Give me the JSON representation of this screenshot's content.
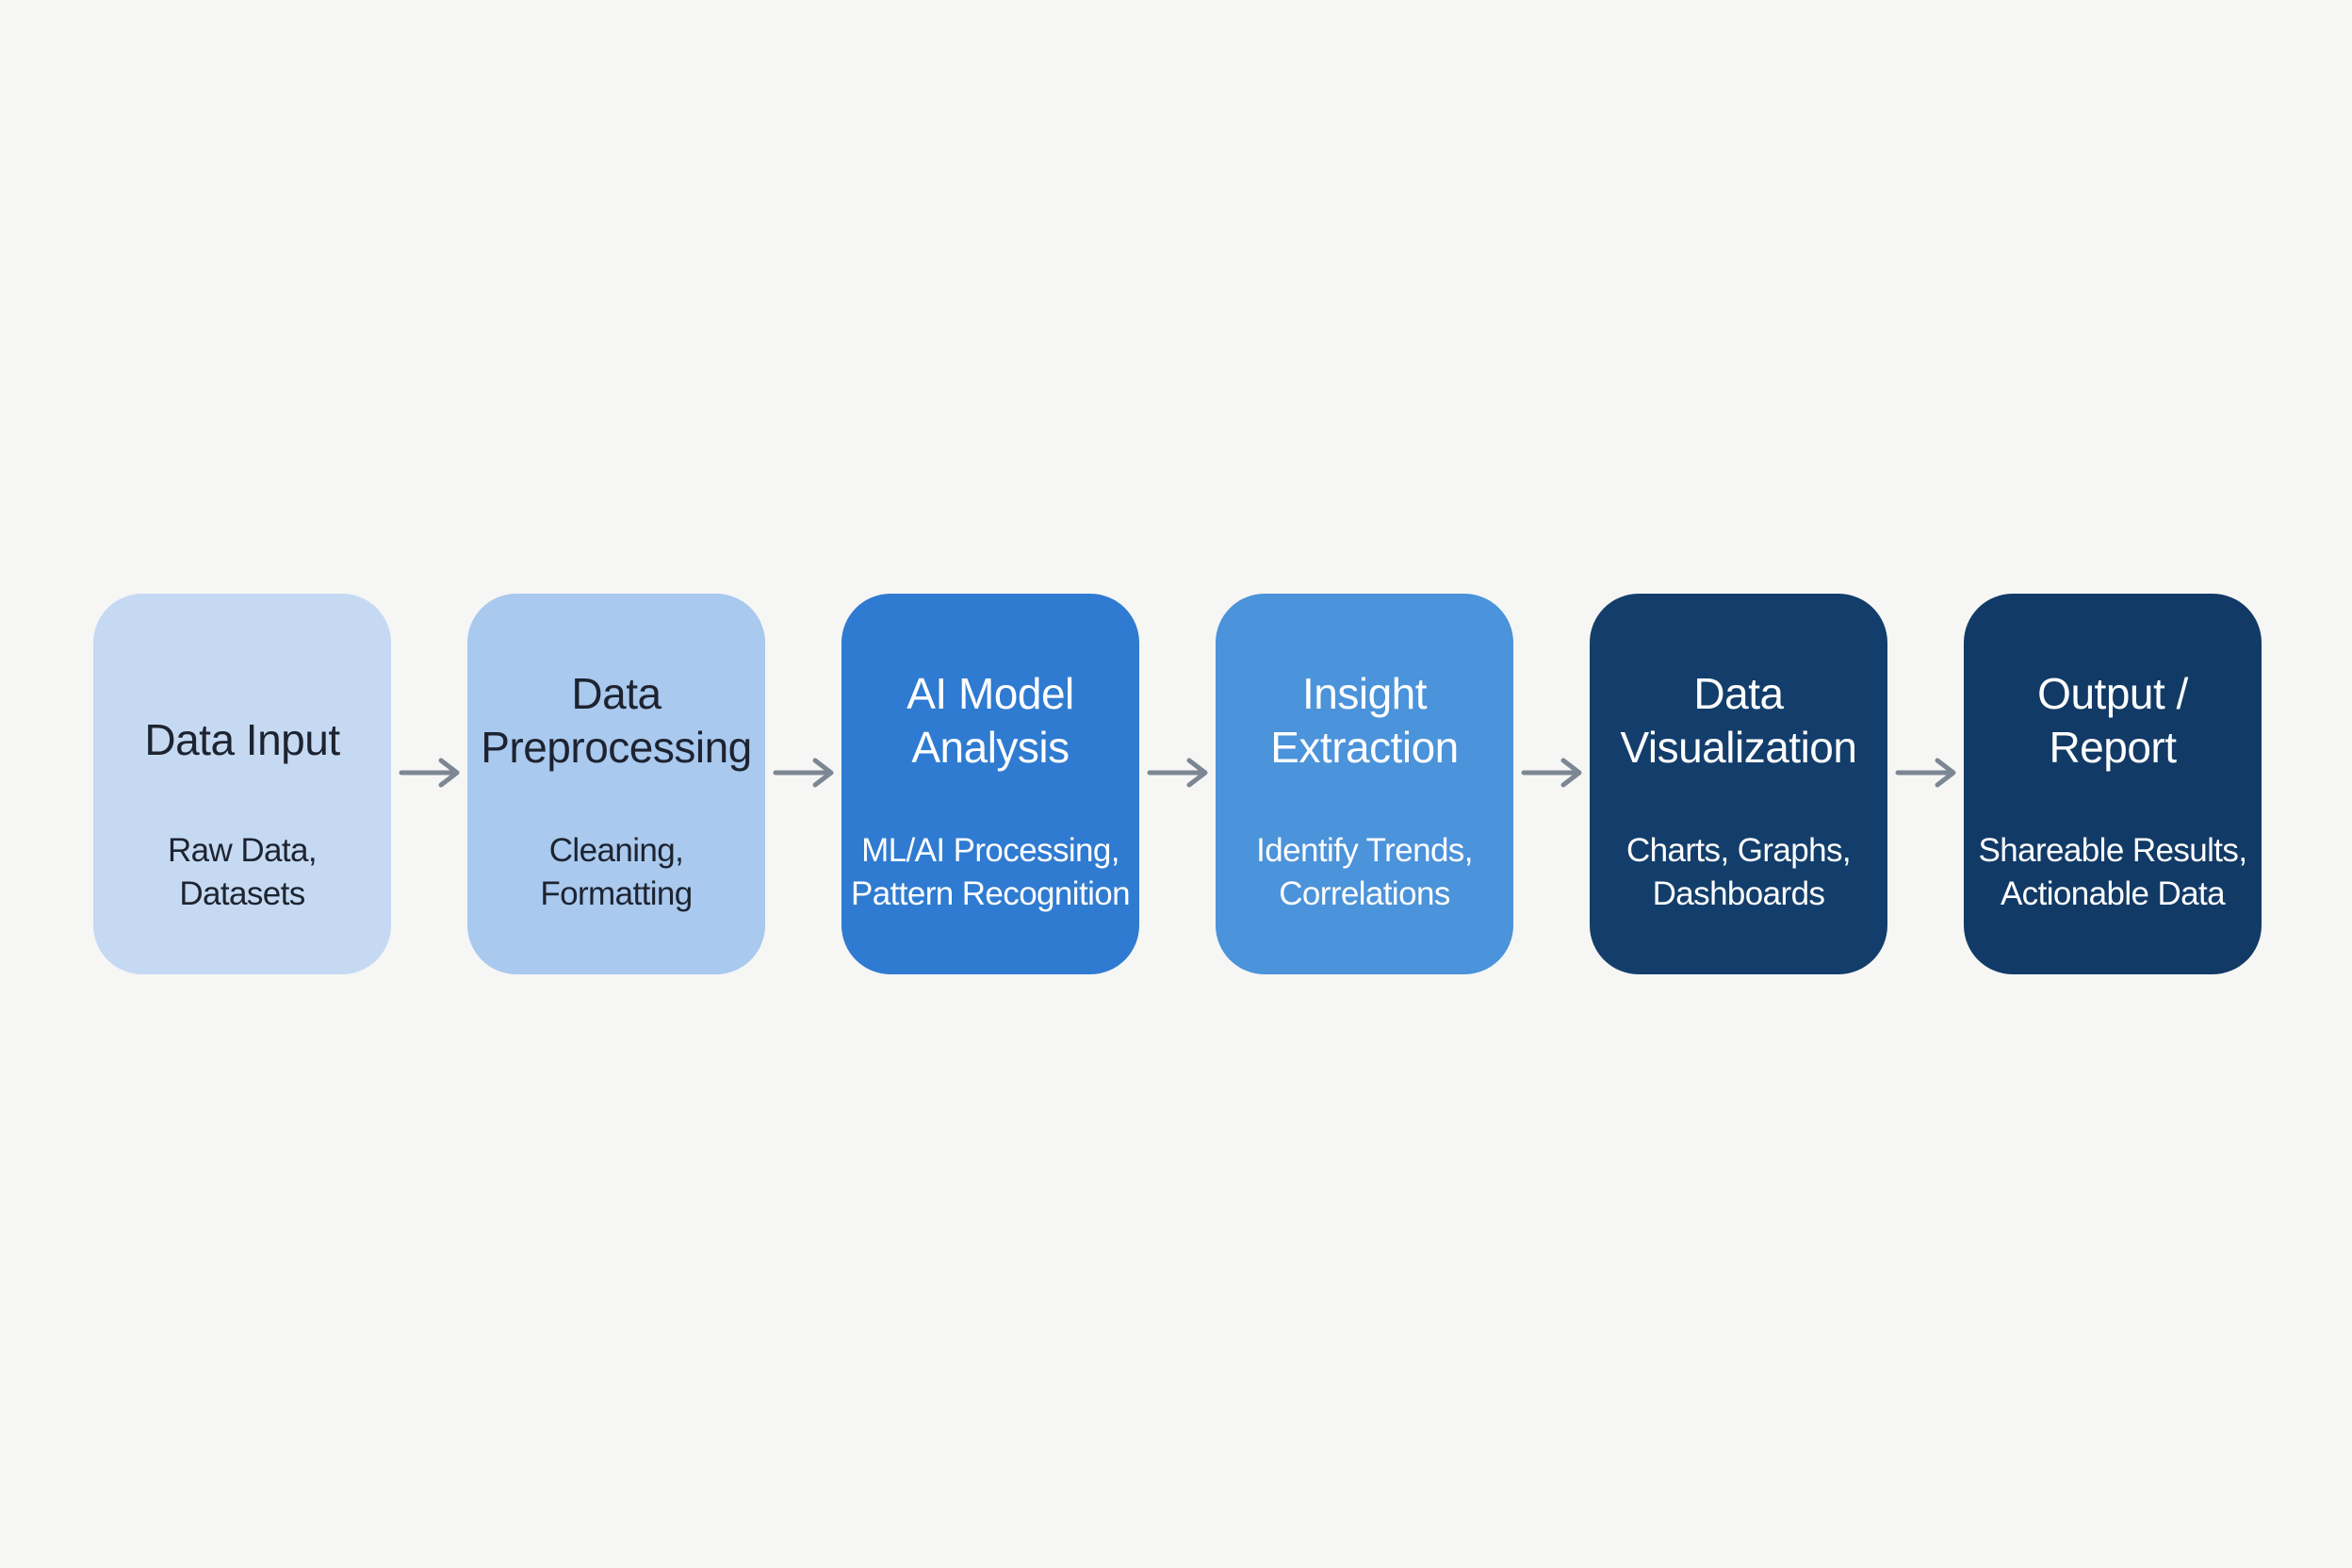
{
  "steps": [
    {
      "title_lines": [
        "Data Input"
      ],
      "desc_lines": [
        "Raw Data,",
        "Datasets"
      ],
      "fill": "#c5daf2",
      "text_color": "#1d2330"
    },
    {
      "title_lines": [
        "Data",
        "Preprocessing"
      ],
      "desc_lines": [
        "Cleaning,",
        "Formatting"
      ],
      "fill": "#a9c9ee",
      "text_color": "#1d2330"
    },
    {
      "title_lines": [
        "AI Model",
        "Analysis"
      ],
      "desc_lines": [
        "ML/AI Processing,",
        "Pattern Recognition"
      ],
      "fill": "#2f7bd1",
      "text_color": "#ffffff"
    },
    {
      "title_lines": [
        "Insight",
        "Extraction"
      ],
      "desc_lines": [
        "Identify Trends,",
        "Correlations"
      ],
      "fill": "#4b93da",
      "text_color": "#ffffff"
    },
    {
      "title_lines": [
        "Data",
        "Visualization"
      ],
      "desc_lines": [
        "Charts, Graphs,",
        "Dashboards"
      ],
      "fill": "#133e6b",
      "text_color": "#ffffff"
    },
    {
      "title_lines": [
        "Output /",
        "Report"
      ],
      "desc_lines": [
        "Shareable Results,",
        "Actionable Data"
      ],
      "fill": "#123a66",
      "text_color": "#ffffff"
    }
  ],
  "connector": {
    "icon": "arrow-right-icon",
    "color": "#7d8793"
  }
}
